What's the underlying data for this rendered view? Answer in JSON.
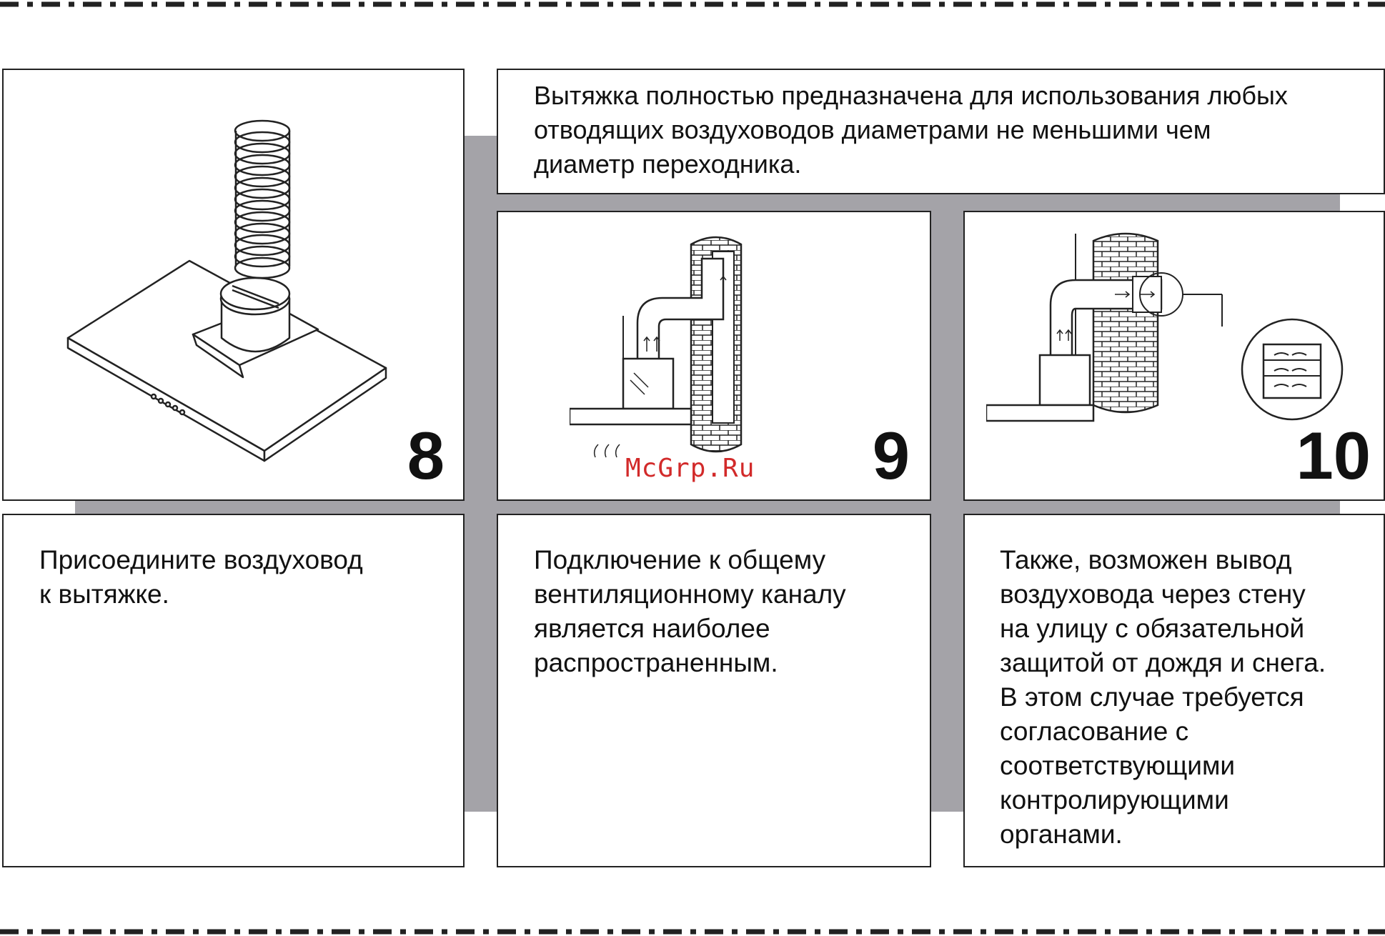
{
  "intro": {
    "text": "Вытяжка полностью предназначена для использования любых\nотводящих воздуховодов диаметрами не меньшими чем\nдиаметр переходника."
  },
  "panels": [
    {
      "step": "8",
      "caption": "Присоедините воздуховод\nк вытяжке."
    },
    {
      "step": "9",
      "caption": "Подключение к общему\nвентиляционному каналу\nявляется наиболее\nраспространенным."
    },
    {
      "step": "10",
      "caption": "Также, возможен вывод\nвоздуховода через стену\nна улицу с обязательной\nзащитой от дождя и снега.\nВ этом случае требуется\nсогласование с\nсоответствующими\nконтролирующими\nорганами."
    }
  ],
  "watermark": "McGrp.Ru"
}
